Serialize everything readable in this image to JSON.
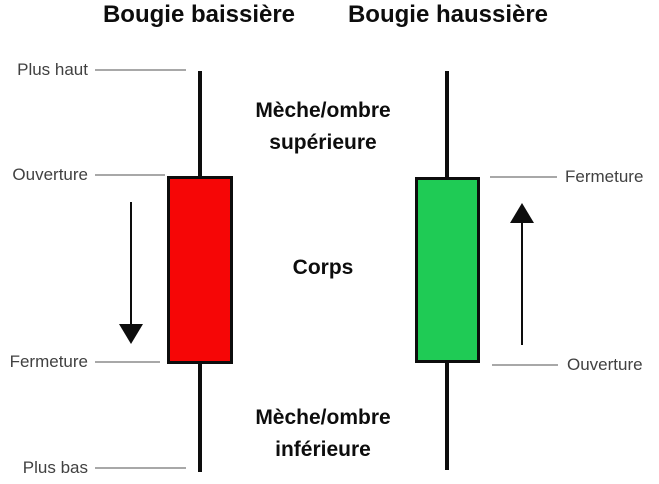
{
  "titles": {
    "bearish": "Bougie baissière",
    "bullish": "Bougie haussière"
  },
  "bearish_candle": {
    "type": "bearish",
    "direction": "down",
    "high_label": "Plus haut",
    "open_label": "Ouverture",
    "close_label": "Fermeture",
    "low_label": "Plus bas"
  },
  "bullish_candle": {
    "type": "bullish",
    "direction": "up",
    "close_label": "Fermeture",
    "open_label": "Ouverture"
  },
  "annotations": {
    "upper_shadow": "Mèche/ombre supérieure",
    "body": "Corps",
    "lower_shadow": "Mèche/ombre inférieure"
  },
  "colors": {
    "bearish_body": "#f60606",
    "bullish_body": "#1fcb55",
    "wick_and_border": "#0d0d0d",
    "label_text": "#414141",
    "leader_line": "#a8a8a8"
  }
}
